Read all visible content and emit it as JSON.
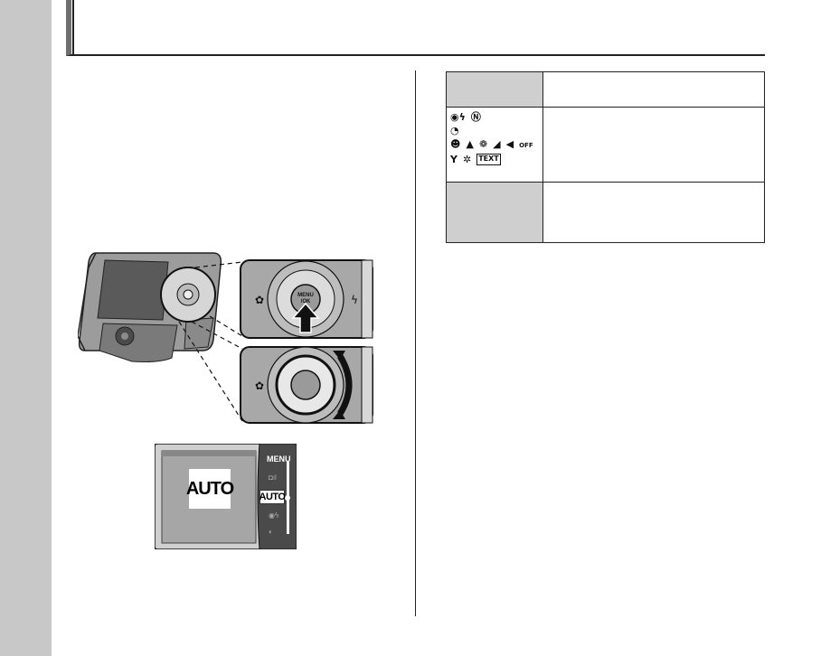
{
  "diagram": {
    "button_label_line1": "MENU",
    "button_label_line2": "/OK"
  },
  "lcd": {
    "mode_display": "AUTO",
    "menu_label": "MENU",
    "selected_mode": "AUTO"
  },
  "mode_table": {
    "rows": [
      {
        "label": "",
        "description": ""
      },
      {
        "label_icons": [
          "red-eye-flash-icon",
          "natural-light-icon",
          "anti-blur-icon",
          "portrait-icon",
          "landscape-icon",
          "sport-icon",
          "night-icon",
          "fireworks-icon",
          "sunset-icon",
          "snow-icon",
          "beach-icon",
          "underwater-icon",
          "museum-icon",
          "party-icon",
          "flower-icon",
          "text-icon"
        ],
        "text_badge": "TEXT",
        "flash_off_label": "OFF",
        "description": ""
      },
      {
        "label": "",
        "description": ""
      }
    ]
  },
  "colors": {
    "side_band": "#c8c8c8",
    "table_label_bg": "#cfcfcf",
    "header_accent": "#6e6e6e"
  }
}
